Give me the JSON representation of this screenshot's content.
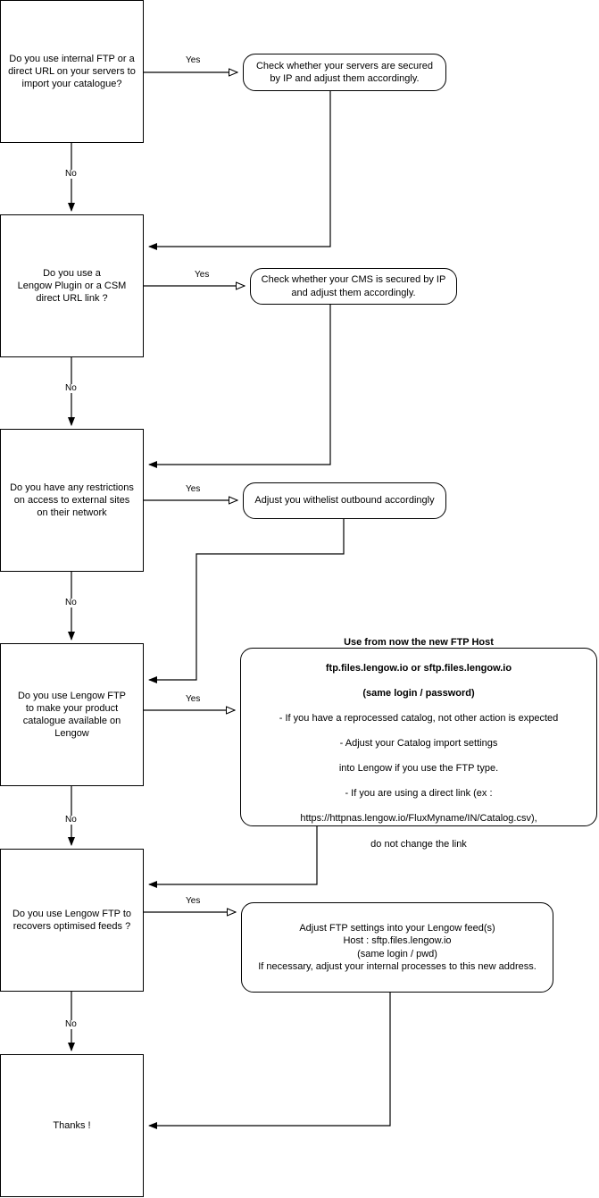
{
  "diagram": {
    "title": "Lengow FTP migration decision flowchart",
    "stroke_color": "#000000",
    "fill_color": "#ffffff",
    "nodes": {
      "q1": {
        "shape": "rectangle",
        "text": "Do you use internal FTP or a\ndirect URL on your servers to\nimport your catalogue?"
      },
      "a1": {
        "shape": "rounded-rectangle",
        "text": "Check whether your servers are secured\nby IP and adjust them accordingly."
      },
      "q2": {
        "shape": "rectangle",
        "text": "Do you use a\nLengow Plugin or a CSM\ndirect URL link ?"
      },
      "a2": {
        "shape": "rounded-rectangle",
        "text": "Check whether your CMS is secured by IP\nand adjust them accordingly."
      },
      "q3": {
        "shape": "rectangle",
        "text": "Do you have any restrictions\non access to external sites\non their network"
      },
      "a3": {
        "shape": "rounded-rectangle",
        "text": "Adjust you withelist outbound accordingly"
      },
      "q4": {
        "shape": "rectangle",
        "text": "Do you use Lengow FTP\nto make your product\ncatalogue available on\nLengow"
      },
      "a4": {
        "shape": "rounded-rectangle",
        "bold_lines": [
          "Use from now the new FTP Host",
          "ftp.files.lengow.io or sftp.files.lengow.io",
          "(same login / password)"
        ],
        "normal_lines": [
          "- If you have a reprocessed catalog, not other action is expected",
          "- Adjust your Catalog import settings",
          "into Lengow if you use the FTP type.",
          "- If you are using a direct link (ex :",
          "https://httpnas.lengow.io/FluxMyname/IN/Catalog.csv),",
          "do not change the link"
        ]
      },
      "q5": {
        "shape": "rectangle",
        "text": "Do you use Lengow FTP to\nrecovers optimised feeds ?"
      },
      "a5": {
        "shape": "rounded-rectangle",
        "text": "Adjust FTP settings into your Lengow feed(s)\nHost : sftp.files.lengow.io\n(same login / pwd)\nIf necessary, adjust your internal processes to this new address."
      },
      "end": {
        "shape": "rectangle",
        "text": "Thanks !"
      }
    },
    "edge_labels": {
      "yes1": "Yes",
      "no1": "No",
      "yes2": "Yes",
      "no2": "No",
      "yes3": "Yes",
      "no3": "No",
      "yes4": "Yes",
      "no4": "No",
      "yes5": "Yes",
      "no5": "No"
    }
  }
}
